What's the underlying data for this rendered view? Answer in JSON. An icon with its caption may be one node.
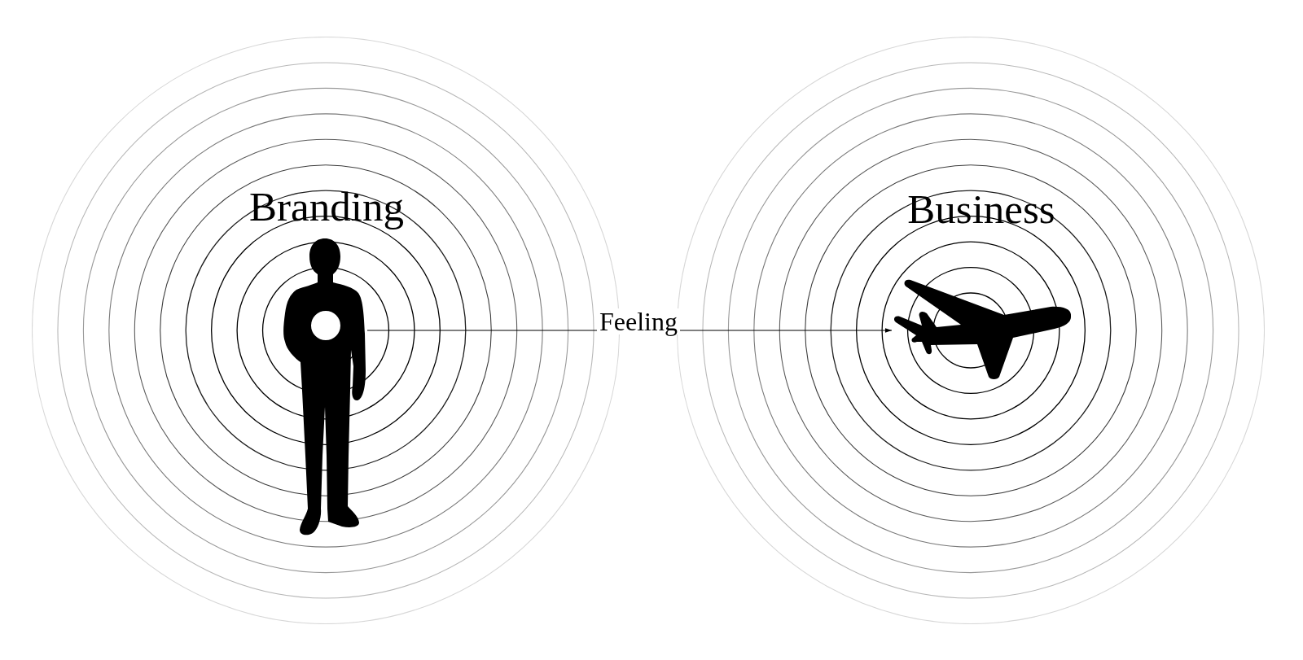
{
  "diagram": {
    "nodes": [
      {
        "text": [
          "Branding"
        ]
      },
      {
        "text": [],
        "shape": "person",
        "in": 0
      },
      {
        "text": [
          "Business"
        ]
      },
      {
        "text": [],
        "shape": "picture",
        "in": 2
      }
    ],
    "edges": [
      {
        "from": 1,
        "to": 3,
        "arrow": "to",
        "label": "Feeling"
      }
    ]
  }
}
